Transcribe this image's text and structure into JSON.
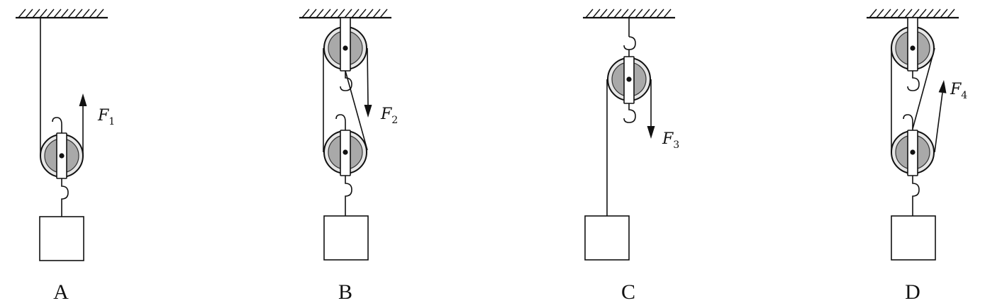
{
  "diagram": {
    "options": [
      {
        "label": "A",
        "force_symbol": "F",
        "force_sub": "1"
      },
      {
        "label": "B",
        "force_symbol": "F",
        "force_sub": "2"
      },
      {
        "label": "C",
        "force_symbol": "F",
        "force_sub": "3"
      },
      {
        "label": "D",
        "force_symbol": "F",
        "force_sub": "4"
      }
    ]
  }
}
